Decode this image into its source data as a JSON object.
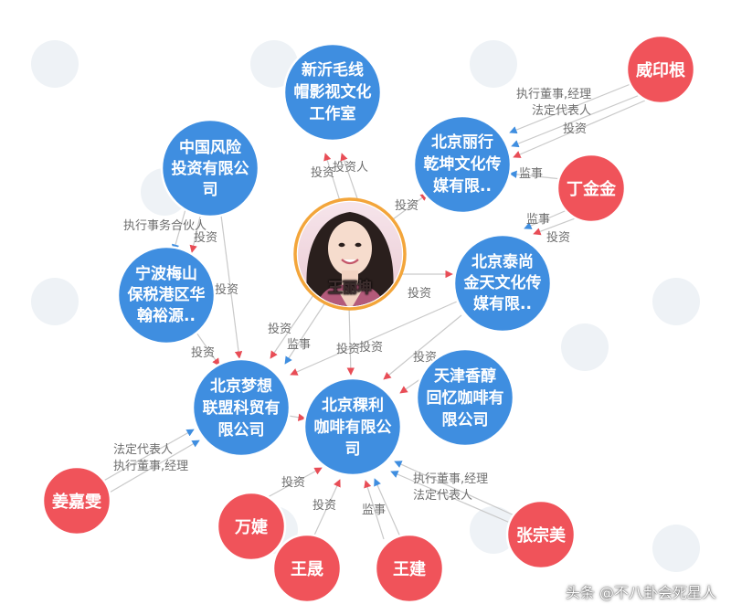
{
  "colors": {
    "company": "#3f8ee0",
    "person": "#f0535a",
    "edge": "#c9c9c9",
    "arrow_red": "#e84d56",
    "arrow_blue": "#3f8ee0",
    "center_ring": "#f3a53a"
  },
  "center": {
    "name": "王丽坤"
  },
  "companies": [
    {
      "lines": [
        "新沂毛线",
        "帽影视文化",
        "工作室"
      ]
    },
    {
      "lines": [
        "北京丽行",
        "乾坤文化传",
        "媒有限.."
      ]
    },
    {
      "lines": [
        "中国风险",
        "投资有限公",
        "司"
      ]
    },
    {
      "lines": [
        "宁波梅山",
        "保税港区华",
        "翰裕源.."
      ]
    },
    {
      "lines": [
        "北京泰尚",
        "金天文化传",
        "媒有限.."
      ]
    },
    {
      "lines": [
        "北京梦想",
        "联盟科贸有",
        "限公司"
      ]
    },
    {
      "lines": [
        "北京稞利",
        "咖啡有限公",
        "司"
      ]
    },
    {
      "lines": [
        "天津香醇",
        "回忆咖啡有",
        "限公司"
      ]
    }
  ],
  "people": [
    {
      "name": "威印根"
    },
    {
      "name": "丁金金"
    },
    {
      "name": "姜嘉雯"
    },
    {
      "name": "万婕"
    },
    {
      "name": "王晟"
    },
    {
      "name": "王建"
    },
    {
      "name": "张宗美"
    }
  ],
  "edge_labels": [
    "投资",
    "投资人",
    "投资",
    "执行董事,经理",
    "法定代表人",
    "投资",
    "监事",
    "监事",
    "投资",
    "执行事务合伙人",
    "投资",
    "投资",
    "投资",
    "投资",
    "监事",
    "投资",
    "投资",
    "投资",
    "投资",
    "法定代表人",
    "执行董事,经理",
    "投资",
    "投资",
    "监事",
    "执行董事,经理",
    "法定代表人"
  ],
  "footer": "头条 @不八卦会死星人"
}
